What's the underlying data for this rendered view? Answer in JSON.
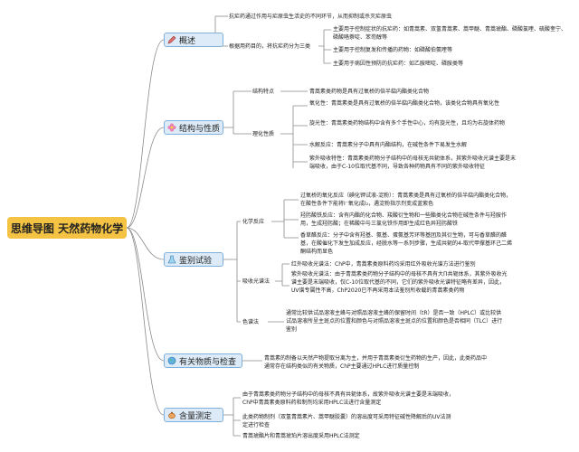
{
  "root_title": "思维导图 天然药物化学",
  "sections": {
    "overview": {
      "title": "概述",
      "item1": "抗疟药通过作用与疟原虫生活史的不同环节，从而抑制或杀灭疟原虫",
      "item2_label": "根据用药目的，将抗疟药分为三类",
      "sub": [
        "主要用于控制症状的抗疟药：如青蒿素、双氢青蒿素、蒿甲醚、青蒿琥酯、磷酸氯喹、硫酸奎宁、磷酸咯萘啶、苯芴醇等",
        "主要用于控制复发和传播的药物：如磷酸伯氨喹等",
        "主要用于病因性预防的抗疟药：如乙胺嘧啶、磷胺类等"
      ]
    },
    "structure": {
      "title": "结构与性质",
      "feature_label": "结构特点",
      "feature_text": "青蒿素类药物是具有过氧桥的倍半萜内酯类化合物",
      "property_label": "理化性质",
      "properties": [
        "氧化性：青蒿素类是具有过氧桥的倍半萜内酯类化合物，该类化合物具有氧化性",
        "旋光性：青蒿素类药物结构中含有多个手性中心，均有旋光性，且均为右旋体药物",
        "水解反应：青蒿素分子中具有内酯结构，在碱性条件下易发生水解",
        "紫外吸收特性：青蒿素类药物分子结构中的母核无共轭体系，其紫外吸收光谱主要是末端吸收，由于C-10位取代基不同，导致各种药物具有不同的紫外吸收特征"
      ]
    },
    "identification": {
      "title": "鉴别试验",
      "chem_label": "化学反应",
      "chem": [
        "过氧桥的氧化反应（碘化钾试液-淀粉）：青蒿素类是具有过氧桥的倍半萜内酯类化合物，在酸性条件下能将I⁻氧化成I₂，遇淀粉指示剂变成蓝紫色",
        "羟肟酸铁反应：含有内酯的化合物、羧酸衍生物和一些酯类化合物在碱性条件与羟胺作用，生成羟肟酸；在稀酸中与三氯化铁作用即生成红色异羟肟酸铁",
        "香草醛反应：分子中含有羟基、氨基、蛋氨基芳环等基团及其衍生物，可与香草醛的醛基，在酸催化下发生加成反应，经脱水等一系列步骤，生成共轭的4-取代甲撑基环己二烯酮结构而显色"
      ],
      "ir_label": "红外吸收光谱法：ChP中，青蒿素类原料药均采用红外吸收光谱方法进行鉴别",
      "uv_label": "吸收光谱法",
      "uv": "紫外吸收光谱法：由于青蒿素类药物分子结构中的母核不具有大П共轭体系，其紫外吸收光谱主要是末端吸收，仅C-10位取代基的不同，它们的紫外吸收光谱特征略有差异，因此，UV谱专属性不高，ChP2020已不再采用本法鉴别所收载的青蒿素类药物",
      "chroma_label": "色谱法",
      "chroma": "通常比较供试品溶液主峰与对照品溶液主峰的保留时间（tR）是否一致（HPLC）或比较供试品溶液所呈主斑点的位置和颜色与对照品溶液主斑点的位置和颜色是否相同（TLC）进行鉴别"
    },
    "impurity": {
      "title": "有关物质与检查",
      "text": "青蒿素的制备以天然产物提取分离为主，并用于青蒿素类衍生药物的生产，因此，此类药品中通常存在结构类似的有关物质，ChP主要通过HPLC进行质量控制"
    },
    "assay": {
      "title": "含量测定",
      "items": [
        "由于青蒿素类药物分子结构中的母核不具有共轭体系，故紫外吸收光谱主要是末端吸收，ChP中青蒿素类原料药和制剂均采用HPLC法进行含量测定",
        "此类药物制剂（双氢青蒿素片、蒿甲醚胶囊）的溶出度可采用特征碱性降解后的UV法测定进行检查",
        "青蒿琥酯片和青蒿琥珀片溶出度采用HPLC法测定"
      ]
    }
  },
  "colors": {
    "root": "#f5c343",
    "branch": "#8a8a8a",
    "box_fill": "#dcebf7",
    "box_border": "#7fb0dc"
  },
  "icons": [
    "pencil-icon",
    "flower-icon",
    "flask-icon",
    "globe-icon",
    "teapot-icon"
  ]
}
